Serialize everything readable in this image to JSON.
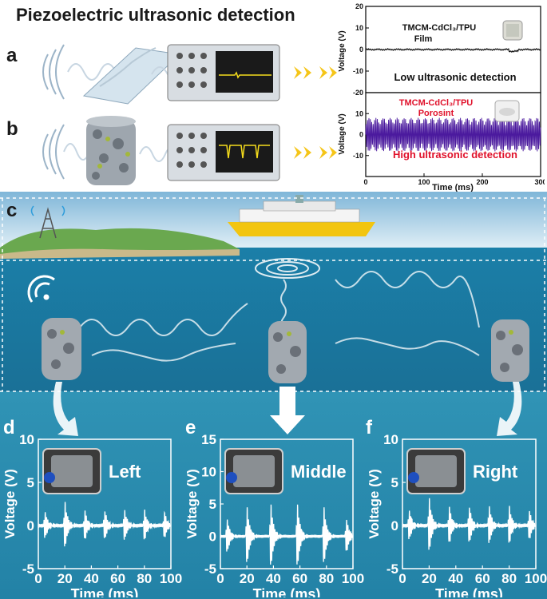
{
  "title": "Piezoelectric ultrasonic detection",
  "panel_labels": {
    "a": "a",
    "b": "b",
    "c": "c",
    "d": "d",
    "e": "e",
    "f": "f"
  },
  "top_plot": {
    "ylabel": "Voltage (V)",
    "xlabel": "Time (ms)",
    "film_label": "TMCM-CdCl₃/TPU",
    "film_sublabel": "Film",
    "film_caption": "Low ultrasonic detection",
    "porosint_label": "TMCM-CdCl₃/TPU",
    "porosint_sublabel": "Porosint",
    "porosint_caption": "High ultrasonic detection",
    "colors": {
      "film_line": "#111111",
      "porosint_line": "#4b1a9e",
      "porosint_text": "#e0102a"
    }
  },
  "bottom_panels": {
    "left_name": "Left",
    "middle_name": "Middle",
    "right_name": "Right",
    "ylabel": "Voltage (V)",
    "xlabel": "Time (ms)"
  },
  "chart_data": [
    {
      "type": "line",
      "series": [
        {
          "name": "TMCM-CdCl₃/TPU Film",
          "x": [
            0,
            50,
            100,
            150,
            200,
            250,
            300
          ],
          "y": [
            0,
            0,
            0,
            0,
            0,
            -1,
            0
          ]
        }
      ],
      "xlim": [
        0,
        300
      ],
      "ylim": [
        -20,
        20
      ],
      "yticks": [
        -20,
        -10,
        0,
        10,
        20
      ],
      "xticks": [
        0,
        100,
        200,
        300
      ],
      "note": "Low ultrasonic detection"
    },
    {
      "type": "line",
      "series": [
        {
          "name": "TMCM-CdCl₃/TPU Porosint",
          "amplitude": 8,
          "x": [
            0,
            300
          ]
        }
      ],
      "xlim": [
        0,
        300
      ],
      "ylim": [
        -20,
        20
      ],
      "yticks": [
        -10,
        0,
        10
      ],
      "xticks": [
        0,
        100,
        200,
        300
      ],
      "note": "High ultrasonic detection"
    },
    {
      "type": "line",
      "panel": "d",
      "name": "Left",
      "xlim": [
        0,
        100
      ],
      "ylim": [
        -5,
        10
      ],
      "xticks": [
        0,
        20,
        40,
        60,
        80,
        100
      ],
      "yticks": [
        -5,
        0,
        5,
        10
      ],
      "bursts": [
        {
          "t": 5,
          "amp": 1.8
        },
        {
          "t": 20,
          "amp": 3.0
        },
        {
          "t": 35,
          "amp": 2.0
        },
        {
          "t": 50,
          "amp": 2.0
        },
        {
          "t": 65,
          "amp": 2.0
        },
        {
          "t": 80,
          "amp": 2.0
        },
        {
          "t": 95,
          "amp": 1.8
        }
      ]
    },
    {
      "type": "line",
      "panel": "e",
      "name": "Middle",
      "xlim": [
        0,
        100
      ],
      "ylim": [
        -5,
        15
      ],
      "xticks": [
        0,
        20,
        40,
        60,
        80,
        100
      ],
      "yticks": [
        -5,
        0,
        5,
        10,
        15
      ],
      "bursts": [
        {
          "t": 5,
          "amp": 3.0
        },
        {
          "t": 20,
          "amp": 5.0
        },
        {
          "t": 38,
          "amp": 5.5
        },
        {
          "t": 58,
          "amp": 5.5
        },
        {
          "t": 78,
          "amp": 5.0
        },
        {
          "t": 95,
          "amp": 3.0
        }
      ]
    },
    {
      "type": "line",
      "panel": "f",
      "name": "Right",
      "xlim": [
        0,
        100
      ],
      "ylim": [
        -5,
        10
      ],
      "xticks": [
        0,
        20,
        40,
        60,
        80,
        100
      ],
      "yticks": [
        -5,
        0,
        5,
        10
      ],
      "bursts": [
        {
          "t": 5,
          "amp": 2.0
        },
        {
          "t": 20,
          "amp": 3.5
        },
        {
          "t": 35,
          "amp": 2.5
        },
        {
          "t": 50,
          "amp": 2.5
        },
        {
          "t": 65,
          "amp": 2.5
        },
        {
          "t": 80,
          "amp": 2.5
        },
        {
          "t": 95,
          "amp": 2.0
        }
      ]
    }
  ]
}
